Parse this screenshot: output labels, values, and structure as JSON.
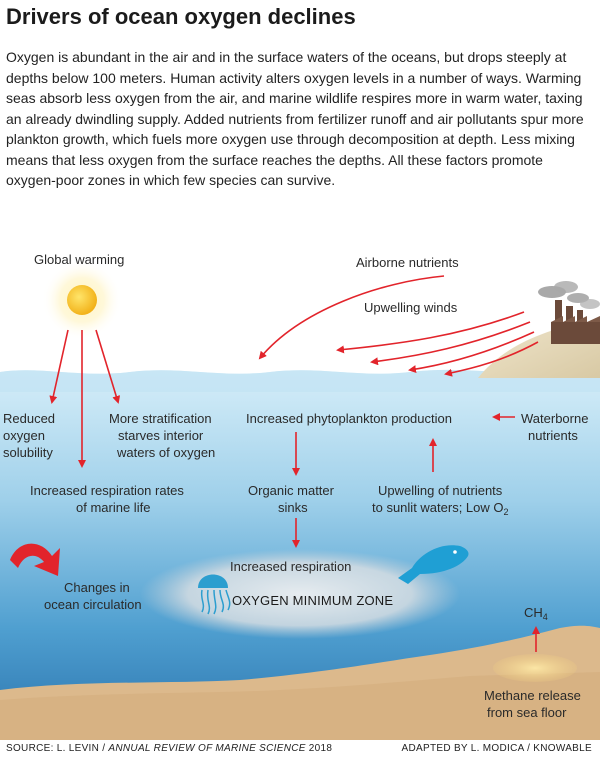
{
  "title": "Drivers of ocean oxygen declines",
  "intro": "Oxygen is abundant in the air and in the surface waters of the oceans, but drops steeply at depths below 100 meters. Human activity alters oxygen levels in a number of ways. Warming seas absorb less oxygen from the air, and marine wildlife respires more in warm water, taxing an already dwindling supply. Added nutrients from fertilizer runoff and air pollutants spur more plankton growth, which fuels more oxygen use through decomposition at depth. Less mixing means that less oxygen from the surface reaches the depths. All these factors promote oxygen-poor zones in which few species can survive.",
  "labels": {
    "global_warming": "Global warming",
    "airborne_nutrients": "Airborne nutrients",
    "upwelling_winds": "Upwelling winds",
    "reduced_1": "Reduced",
    "reduced_2": "oxygen",
    "reduced_3": "solubility",
    "strat_1": "More stratification",
    "strat_2": "starves interior",
    "strat_3": "waters of oxygen",
    "phyto": "Increased phytoplankton production",
    "waterborne_1": "Waterborne",
    "waterborne_2": "nutrients",
    "resp_rates_1": "Increased respiration rates",
    "resp_rates_2": "of marine life",
    "organic_1": "Organic matter",
    "organic_2": "sinks",
    "upwelling_nut_1": "Upwelling of nutrients",
    "upwelling_nut_2": "to sunlit waters; Low O",
    "upwelling_nut_sub": "2",
    "circulation_1": "Changes in",
    "circulation_2": "ocean circulation",
    "increased_resp": "Increased respiration",
    "omz": "OXYGEN MINIMUM ZONE",
    "ch4": "CH",
    "ch4_sub": "4",
    "methane_1": "Methane release",
    "methane_2": "from sea floor"
  },
  "footer": {
    "source_prefix": "SOURCE: L. LEVIN / ",
    "source_journal": "ANNUAL REVIEW OF MARINE SCIENCE",
    "source_year": " 2018",
    "credit": "ADAPTED BY L. MODICA / KNOWABLE"
  },
  "colors": {
    "arrow": "#e2242b",
    "ocean_top": "#cfe9f6",
    "ocean_deep": "#2c7fb8",
    "sand": "#dcb98c",
    "sun": "#f7c325",
    "fish": "#1f9fd4",
    "jellyfish": "#2c9ecf"
  }
}
